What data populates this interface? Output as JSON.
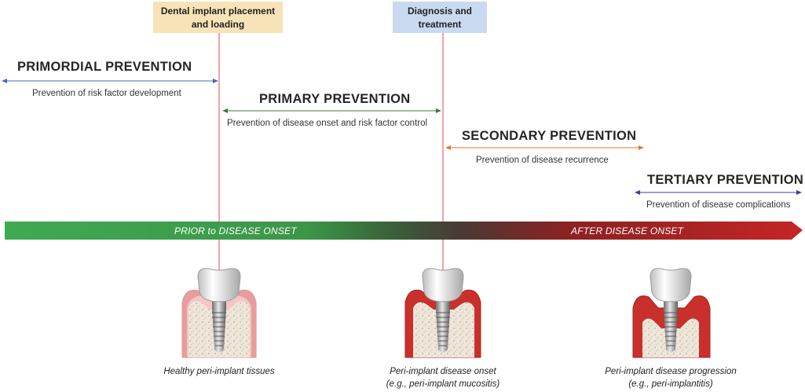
{
  "milestones": [
    {
      "line1": "Dental implant placement",
      "line2": "and loading",
      "color": "#f7e3b7"
    },
    {
      "line1": "Diagnosis and",
      "line2": "treatment",
      "color": "#c9daf0"
    }
  ],
  "stages": [
    {
      "title": "PRIMORDIAL PREVENTION",
      "description": "Prevention of risk factor development",
      "arrow_color": "#3f6fb5"
    },
    {
      "title": "PRIMARY PREVENTION",
      "description": "Prevention of disease onset and risk factor control",
      "arrow_color": "#3c7a3c"
    },
    {
      "title": "SECONDARY PREVENTION",
      "description": "Prevention of disease recurrence",
      "arrow_color": "#e07b39"
    },
    {
      "title": "TERTIARY PREVENTION",
      "description": "Prevention of disease complications",
      "arrow_color": "#3b3f9c"
    }
  ],
  "timeline": {
    "before_label": "PRIOR to DISEASE ONSET",
    "after_label": "AFTER  DISEASE ONSET",
    "gradient_colors": [
      "#3faa52",
      "#2f7d3a",
      "#4a3a34",
      "#8a2222",
      "#c42323"
    ]
  },
  "implants": [
    {
      "caption_line1": "Healthy peri-implant tissues",
      "caption_line2": ""
    },
    {
      "caption_line1": "Peri-implant disease onset",
      "caption_line2": "(e.g., peri-implant mucositis)"
    },
    {
      "caption_line1": "Peri-implant disease progression",
      "caption_line2": "(e.g., peri-implantitis)"
    }
  ],
  "colors": {
    "milestone_line": "#e4696b"
  }
}
